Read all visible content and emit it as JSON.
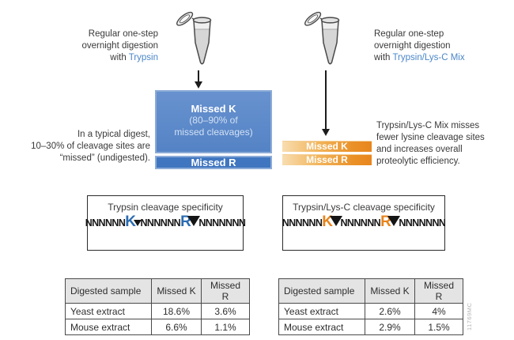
{
  "left": {
    "intro": {
      "line1": "Regular one-step",
      "line2": "overnight digestion",
      "line3_prefix": "with ",
      "line3_highlight": "Trypsin"
    },
    "missed_box": {
      "k_label": "Missed K",
      "k_sub1": "(80–90% of",
      "k_sub2": "missed cleavages)",
      "r_label": "Missed R"
    },
    "caption": {
      "line1": "In a typical digest,",
      "line2": "10–30% of cleavage sites are",
      "line3": "“missed” (undigested)."
    },
    "specificity": {
      "title": "Trypsin cleavage specificity",
      "seq1": "NNNNNN",
      "k": "K",
      "seq2": "NNNNNN",
      "r": "R",
      "seq3": "NNNNNNN"
    },
    "table": {
      "headers": [
        "Digested sample",
        "Missed K",
        "Missed R"
      ],
      "rows": [
        [
          "Yeast extract",
          "18.6%",
          "3.6%"
        ],
        [
          "Mouse extract",
          "6.6%",
          "1.1%"
        ]
      ]
    }
  },
  "right": {
    "intro": {
      "line1": "Regular one-step",
      "line2": "overnight digestion",
      "line3_prefix": "with ",
      "line3_highlight": "Trypsin/Lys-C Mix"
    },
    "missed_bars": {
      "k_label": "Missed K",
      "r_label": "Missed R"
    },
    "caption": {
      "line1": "Trypsin/Lys-C Mix misses",
      "line2": "fewer lysine cleavage sites",
      "line3": "and increases overall",
      "line4": "proteolytic efficiency."
    },
    "specificity": {
      "title": "Trypsin/Lys-C cleavage specificity",
      "seq1": "NNNNNN",
      "k": "K",
      "seq2": "NNNNNN",
      "r": "R",
      "seq3": "NNNNNNN"
    },
    "table": {
      "headers": [
        "Digested sample",
        "Missed K",
        "Missed R"
      ],
      "rows": [
        [
          "Yeast extract",
          "2.6%",
          "4%"
        ],
        [
          "Mouse extract",
          "2.9%",
          "1.5%"
        ]
      ]
    }
  },
  "watermark": "11769MC",
  "colors": {
    "accent_blue": "#4a86c8",
    "box_blue": "#5483c5",
    "box_blue_dark": "#4076c0",
    "box_blue_border": "#8cabd7",
    "seq_blue": "#2a6cb2",
    "seq_orange": "#e8841c",
    "bar_orange_light": "#f8ddb0",
    "bar_orange_dark": "#e8861e",
    "table_header_bg": "#e4e4e4"
  }
}
